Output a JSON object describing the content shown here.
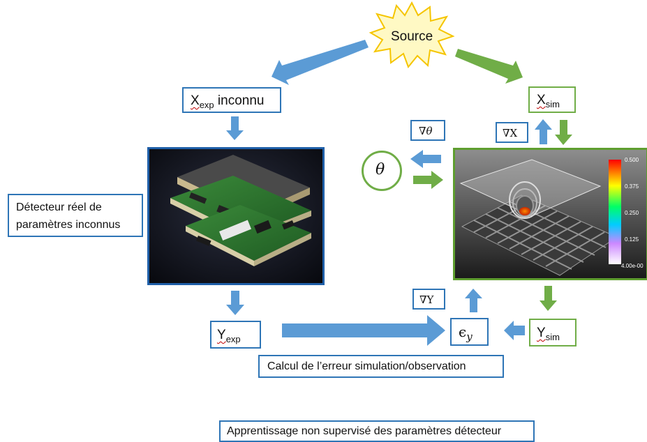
{
  "source": {
    "label": "Source"
  },
  "x_exp": {
    "main": "X",
    "sub": "exp",
    "suffix": " inconnu"
  },
  "x_sim": {
    "main": "X",
    "sub": "sim"
  },
  "y_exp": {
    "main": "Y",
    "sub": "exp"
  },
  "y_sim": {
    "main": "Y",
    "sub": "sim"
  },
  "theta": {
    "label": "θ"
  },
  "grad_theta": {
    "label": "∇θ"
  },
  "grad_x": {
    "label": "∇X"
  },
  "grad_y": {
    "label": "∇Y"
  },
  "epsilon": {
    "main": "ϵ",
    "sub": "y"
  },
  "detector_note": {
    "line1": "Détecteur réel de",
    "line2": "paramètres inconnus"
  },
  "error_caption": {
    "label": "Calcul de l’erreur simulation/observation"
  },
  "footer_caption": {
    "label": "Apprentissage non supervisé des paramètres détecteur"
  },
  "colorbar": {
    "ticks": [
      "0.500",
      "0.375",
      "0.250",
      "0.125",
      "4.00e-00"
    ]
  },
  "colors": {
    "blue": "#5b9bd5",
    "green": "#70ad47",
    "box_blue": "#2e75b6",
    "photo_border": "#1f5fa8",
    "sim_border": "#5e9e2f"
  }
}
